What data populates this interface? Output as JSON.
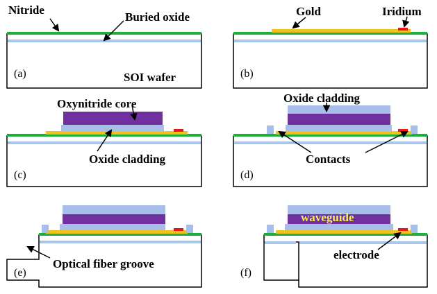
{
  "colors": {
    "substrate_fill": "#ffffff",
    "outline": "#000000",
    "nitride": "#1fae3a",
    "buried_oxide": "#a7c6ea",
    "gold": "#f2c21c",
    "iridium": "#e8161d",
    "oxide_cladding": "#a6bee8",
    "oxynitride_core": "#7030a0",
    "waveguide_text": "#f5f05a"
  },
  "panels": {
    "a": {
      "tag": "(a)",
      "nitride_label": "Nitride",
      "buried_oxide_label": "Buried oxide",
      "wafer_label": "SOI wafer"
    },
    "b": {
      "tag": "(b)",
      "gold_label": "Gold",
      "iridium_label": "Iridium"
    },
    "c": {
      "tag": "(c)",
      "core_label": "Oxynitride core",
      "cladding_label": "Oxide cladding"
    },
    "d": {
      "tag": "(d)",
      "cladding_label": "Oxide cladding",
      "contacts_label": "Contacts"
    },
    "e": {
      "tag": "(e)",
      "groove_label": "Optical fiber groove"
    },
    "f": {
      "tag": "(f)",
      "waveguide_label": "waveguide",
      "electrode_label": "electrode"
    }
  }
}
